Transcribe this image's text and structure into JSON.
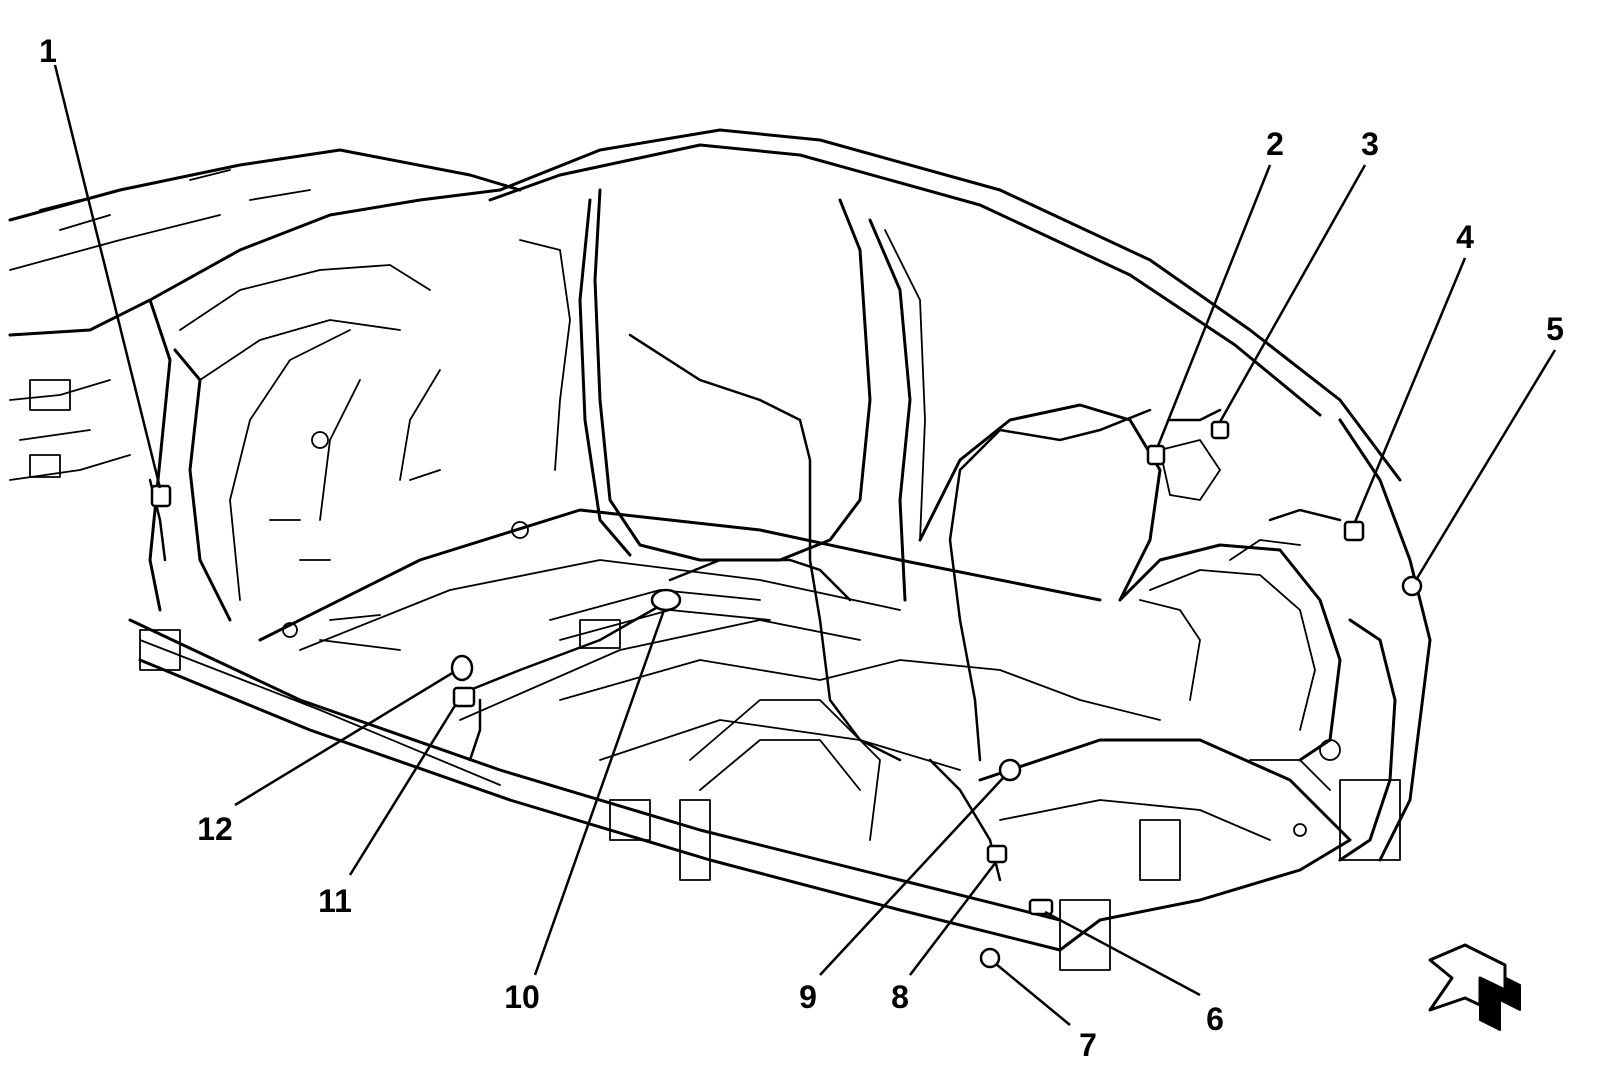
{
  "diagram": {
    "view_arrow": "front-direction-arrow-icon",
    "callouts": [
      {
        "id": "1",
        "label": "1"
      },
      {
        "id": "2",
        "label": "2"
      },
      {
        "id": "3",
        "label": "3"
      },
      {
        "id": "4",
        "label": "4"
      },
      {
        "id": "5",
        "label": "5"
      },
      {
        "id": "6",
        "label": "6"
      },
      {
        "id": "7",
        "label": "7"
      },
      {
        "id": "8",
        "label": "8"
      },
      {
        "id": "9",
        "label": "9"
      },
      {
        "id": "10",
        "label": "10"
      },
      {
        "id": "11",
        "label": "11"
      },
      {
        "id": "12",
        "label": "12"
      }
    ]
  }
}
